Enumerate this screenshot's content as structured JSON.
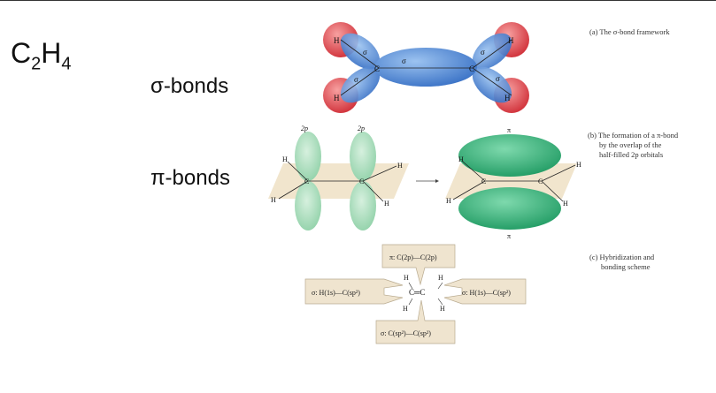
{
  "formula": {
    "c": "C",
    "c_sub": "2",
    "h": "H",
    "h_sub": "4"
  },
  "labels": {
    "sigma": "σ-bonds",
    "pi": "π-bonds"
  },
  "captions": {
    "a": "(a) The σ-bond framework",
    "b1": "(b) The formation of a π-bond",
    "b2": "by the overlap of the",
    "b3": "half-filled 2p orbitals",
    "c1": "(c) Hybridization and",
    "c2": "bonding scheme"
  },
  "diagram": {
    "h": "H",
    "c": "C",
    "sigma": "σ",
    "pi": "π",
    "two_p": "2p"
  },
  "scheme": {
    "top": "π: C(2p)—C(2p)",
    "left": "σ: H(1s)—C(sp²)",
    "right": "σ: H(1s)—C(sp²)",
    "bottom": "σ: C(sp²)—C(sp²)",
    "center": "C═C"
  },
  "colors": {
    "sigma_lobe": "#4a86d6",
    "h_orbital": "#e04848",
    "pi_lobe": "#2fae7a",
    "p_orbital": "#9fd9b4",
    "plane": "#efe0c4",
    "box": "#efe4cf"
  }
}
